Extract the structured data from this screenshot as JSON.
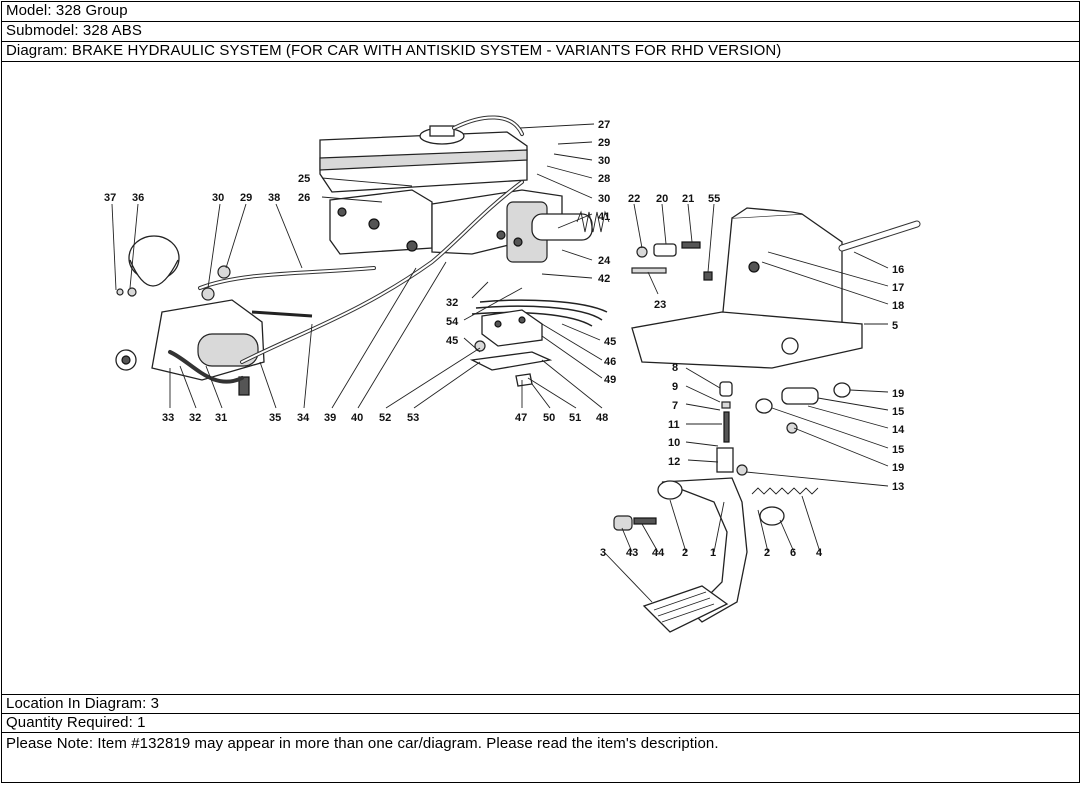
{
  "header": {
    "model": "Model: 328 Group",
    "submodel": "Submodel: 328 ABS",
    "diagram": "Diagram: BRAKE HYDRAULIC SYSTEM (FOR CAR WITH ANTISKID SYSTEM - VARIANTS FOR RHD VERSION)"
  },
  "footer": {
    "location": "Location In Diagram: 3",
    "quantity": "Quantity Required: 1",
    "note": "Please Note: Item #132819 may appear in more than one car/diagram. Please read the item's description."
  },
  "callouts": {
    "c27": "27",
    "c29a": "29",
    "c30a": "30",
    "c28": "28",
    "c30b": "30",
    "c25": "25",
    "c26": "26",
    "c37": "37",
    "c36": "36",
    "c30c": "30",
    "c29b": "29",
    "c38": "38",
    "c22": "22",
    "c20": "20",
    "c21": "21",
    "c55": "55",
    "c41": "41",
    "c24": "24",
    "c42": "42",
    "c23": "23",
    "c16": "16",
    "c17": "17",
    "c18": "18",
    "c5": "5",
    "c32a": "32",
    "c54": "54",
    "c45a": "45",
    "c45b": "45",
    "c46": "46",
    "c49": "49",
    "c33": "33",
    "c32b": "32",
    "c31": "31",
    "c35": "35",
    "c34": "34",
    "c39": "39",
    "c40": "40",
    "c52": "52",
    "c53": "53",
    "c47": "47",
    "c50": "50",
    "c51": "51",
    "c48": "48",
    "c8": "8",
    "c9": "9",
    "c7": "7",
    "c11": "11",
    "c10": "10",
    "c12": "12",
    "c13": "13",
    "c19a": "19",
    "c15a": "15",
    "c14": "14",
    "c15b": "15",
    "c19b": "19",
    "c3": "3",
    "c43": "43",
    "c44": "44",
    "c2a": "2",
    "c1": "1",
    "c2b": "2",
    "c6": "6",
    "c4": "4"
  }
}
